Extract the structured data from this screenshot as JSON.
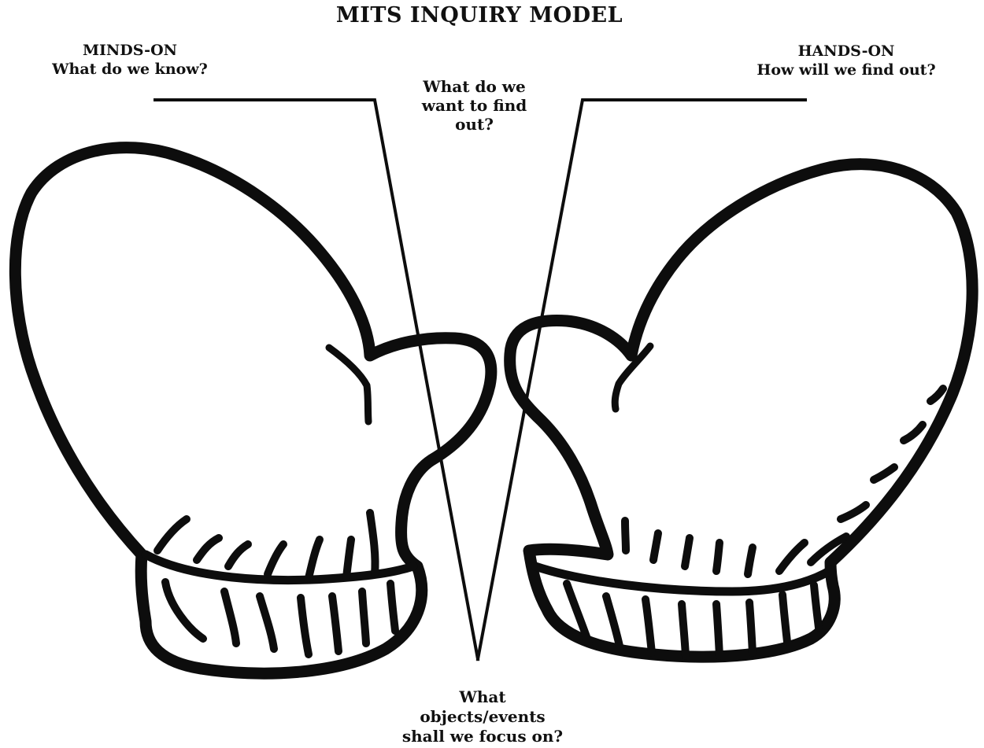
{
  "title": "MITS INQUIRY MODEL",
  "minds_on": {
    "heading": "MINDS-ON",
    "question": "What do we know?"
  },
  "hands_on": {
    "heading": "HANDS-ON",
    "question": "How will we find out?"
  },
  "center_top": {
    "line1": "What do we",
    "line2": "want to find",
    "line3": "out?"
  },
  "center_bottom": {
    "line1": "What",
    "line2": "objects/events",
    "line3": "shall we focus on?"
  },
  "colors": {
    "ink": "#0d0d0d",
    "background": "#ffffff"
  }
}
